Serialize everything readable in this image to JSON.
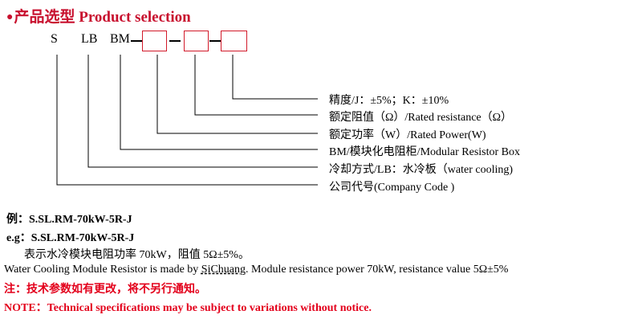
{
  "header": {
    "bullet": "●",
    "title": "产品选型 Product selection"
  },
  "code": {
    "s": "S",
    "lb": "LB",
    "bm": "BM"
  },
  "descriptions": [
    "精度/J：±5%；K：±10%",
    "额定阻值（Ω）/Rated resistance（Ω）",
    "额定功率（W）/Rated Power(W)",
    "BM/模块化电阻柜/Modular Resistor Box",
    "冷却方式/LB：水冷板（water cooling)",
    "公司代号(Company Code )"
  ],
  "example": {
    "cn_label": "例：S.SL.RM-70kW-5R-J",
    "en_label": "e.g：S.SL.RM-70kW-5R-J",
    "cn_text": "表示水冷模块电阻功率 70kW，阻值 5Ω±5%。",
    "en_text_before": "Water Cooling Module Resistor is made by ",
    "en_brand": "SiChuang",
    "en_text_after": ". Module resistance power 70kW, resistance value 5Ω±5%"
  },
  "notes": {
    "cn": "注：技术参数如有更改，将不另行通知。",
    "en": "NOTE：Technical specifications may be subject to variations without notice."
  },
  "colors": {
    "title": "#c8102e",
    "box_border": "#d21a2a",
    "notes": "#e3001b"
  }
}
